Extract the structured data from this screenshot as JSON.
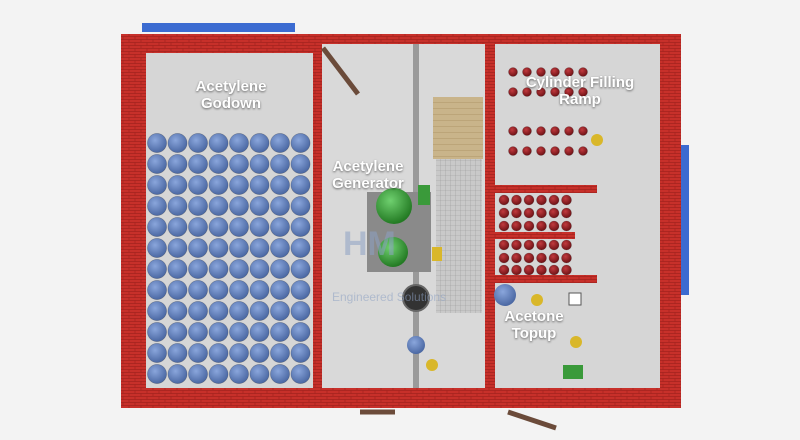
{
  "labels": {
    "godown": [
      "Acetylene",
      "Godown"
    ],
    "generator": [
      "Acetylene",
      "Generator"
    ],
    "filling_ramp": [
      "Cylinder Filling",
      "Ramp"
    ],
    "acetone_topup": [
      "Acetone",
      "Topup"
    ]
  },
  "watermark": {
    "logo": "HM",
    "text": "Engineered Solutions"
  },
  "colors": {
    "brick": "#c7302a",
    "floor": "#d6d6d6",
    "cylinder_blue": "#5b7bb8",
    "cylinder_red": "#8e1a1e",
    "generator_green": "#3a9a3a",
    "door": "#6b4b3a",
    "window": "#3b6bd1"
  },
  "icons": {
    "godown_cylinders": "cylinder-top-icon",
    "ramp_cylinders": "gas-cylinder-icon",
    "valves": "yellow-valve-icon",
    "pump": "pump-icon"
  }
}
